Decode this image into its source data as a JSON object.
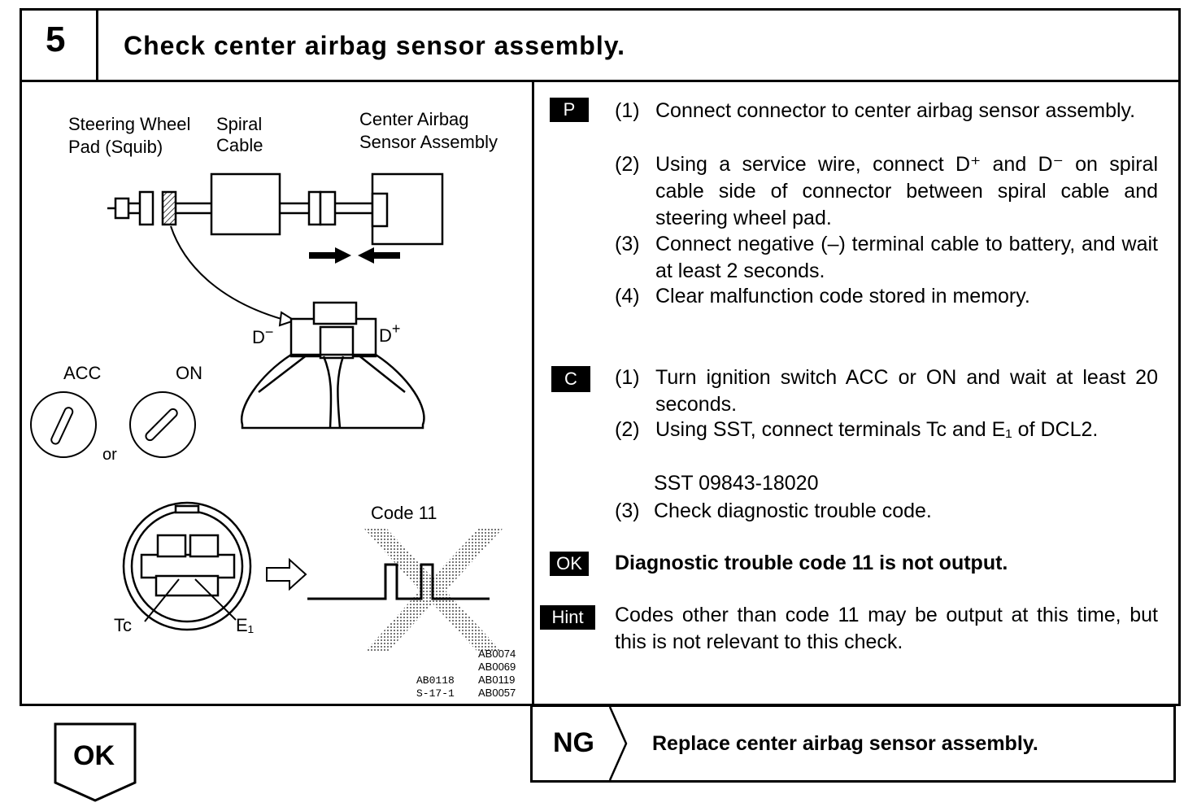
{
  "header": {
    "step_number": "5",
    "title": "Check center airbag sensor assembly."
  },
  "figure": {
    "labels": {
      "steering_wheel_pad": [
        "Steering Wheel",
        "Pad (Squib)"
      ],
      "spiral_cable": [
        "Spiral",
        "Cable"
      ],
      "center_airbag_sensor": [
        "Center Airbag",
        "Sensor Assembly"
      ],
      "d_minus": "D−",
      "d_plus": "D+",
      "acc": "ACC",
      "on": "ON",
      "or": "or",
      "code_11": "Code 11",
      "tc": "Tc",
      "e1": "E₁"
    },
    "refs_left": [
      "AB0118",
      "S-17-1"
    ],
    "refs_right": [
      "AB0074",
      "AB0069",
      "AB0119",
      "AB0057"
    ]
  },
  "p_section": {
    "tag": "P",
    "items": [
      {
        "num": "(1)",
        "text": "Connect connector to center airbag sensor assembly."
      },
      {
        "num": "(2)",
        "text": "Using a service wire, connect D⁺ and D⁻ on spiral cable side of connector between spiral cable and steering wheel pad."
      },
      {
        "num": "(3)",
        "text": "Connect negative (–) terminal cable to battery, and wait at least 2 seconds."
      },
      {
        "num": "(4)",
        "text": "Clear malfunction code stored in memory."
      }
    ]
  },
  "c_section": {
    "tag": "C",
    "items": [
      {
        "num": "(1)",
        "text": "Turn ignition switch ACC or ON and wait at least 20 seconds."
      },
      {
        "num": "(2)",
        "text": "Using SST, connect terminals Tc and E₁ of DCL2."
      },
      {
        "num": "",
        "text": "SST 09843-18020"
      },
      {
        "num": "(3)",
        "text": "Check diagnostic trouble code."
      }
    ]
  },
  "ok_section": {
    "tag": "OK",
    "text": "Diagnostic trouble code 11 is not output."
  },
  "hint_section": {
    "tag": "Hint",
    "text": "Codes other than code 11 may be output at this time, but this is not relevant to this check."
  },
  "ng_section": {
    "tag": "NG",
    "text": "Replace center airbag sensor assembly."
  },
  "ok_arrow": {
    "label": "OK"
  }
}
